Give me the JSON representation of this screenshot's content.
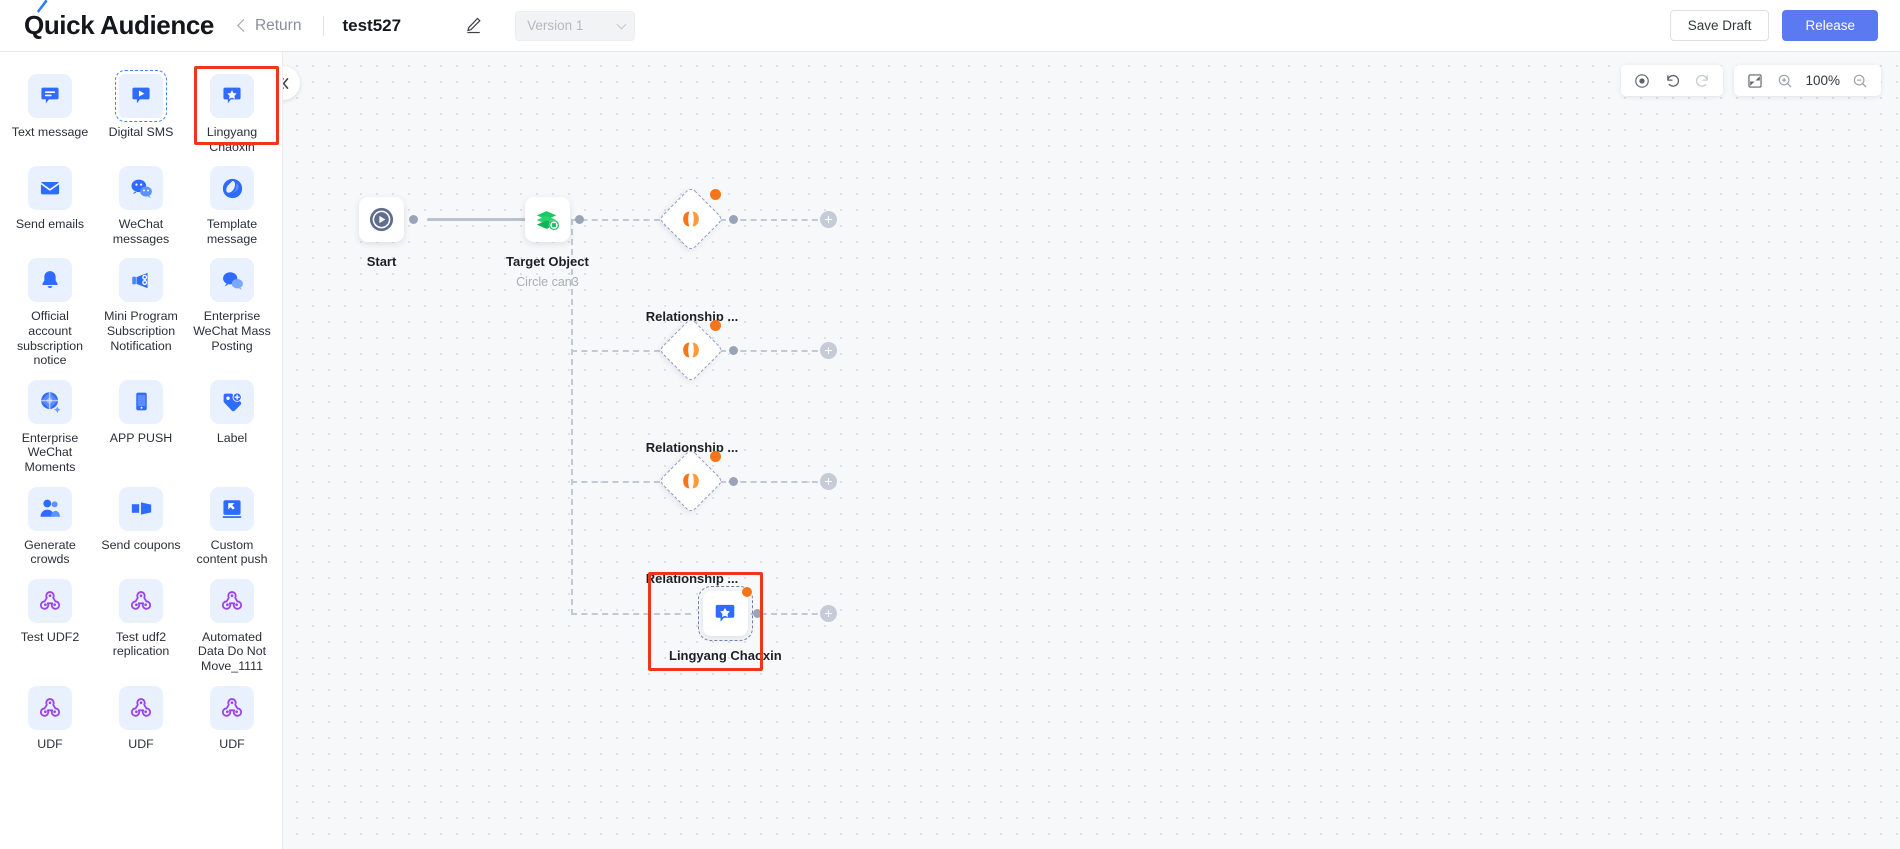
{
  "header": {
    "brand": "Quick Audience",
    "return_label": "Return",
    "doc_title": "test527",
    "edit_icon": "pencil-icon",
    "version_value": "Version 1",
    "save_draft_label": "Save Draft",
    "release_label": "Release",
    "accent_color": "#5b79f0"
  },
  "sidebar": {
    "items": [
      {
        "label": "Text message",
        "icon": "chat-lines-icon",
        "color": "#2f6bff",
        "state": "normal"
      },
      {
        "label": "Digital SMS",
        "icon": "chat-play-icon",
        "color": "#2f6bff",
        "state": "dashed"
      },
      {
        "label": "Lingyang Chaoxin",
        "icon": "chat-star-icon",
        "color": "#2f6bff",
        "state": "highlighted"
      },
      {
        "label": "Send emails",
        "icon": "envelope-icon",
        "color": "#2f6bff",
        "state": "normal"
      },
      {
        "label": "WeChat messages",
        "icon": "wechat-icon",
        "color": "#2f6bff",
        "state": "normal"
      },
      {
        "label": "Template message",
        "icon": "template-swirl-icon",
        "color": "#2f6bff",
        "state": "normal"
      },
      {
        "label": "Official account subscription notice",
        "icon": "bell-icon",
        "color": "#2f6bff",
        "state": "normal"
      },
      {
        "label": "Mini Program Subscription Notification",
        "icon": "megaphone-icon",
        "color": "#2f6bff",
        "state": "normal"
      },
      {
        "label": "Enterprise WeChat Mass Posting",
        "icon": "chat-bubbles-icon",
        "color": "#2f6bff",
        "state": "normal"
      },
      {
        "label": "Enterprise WeChat Moments",
        "icon": "aperture-icon",
        "color": "#2f6bff",
        "state": "normal"
      },
      {
        "label": "APP PUSH",
        "icon": "mobile-icon",
        "color": "#2f6bff",
        "state": "normal"
      },
      {
        "label": "Label",
        "icon": "tag-plus-icon",
        "color": "#2f6bff",
        "state": "normal"
      },
      {
        "label": "Generate crowds",
        "icon": "people-icon",
        "color": "#2f6bff",
        "state": "normal"
      },
      {
        "label": "Send coupons",
        "icon": "ticket-icon",
        "color": "#2f6bff",
        "state": "normal"
      },
      {
        "label": "Custom content push",
        "icon": "cursor-box-icon",
        "color": "#2f6bff",
        "state": "normal"
      },
      {
        "label": "Test UDF2",
        "icon": "udf-icon",
        "color": "#9b45e8",
        "state": "normal"
      },
      {
        "label": "Test udf2 replication",
        "icon": "udf-icon",
        "color": "#9b45e8",
        "state": "normal"
      },
      {
        "label": "Automated Data Do Not Move_1111",
        "icon": "udf-icon",
        "color": "#9b45e8",
        "state": "normal"
      },
      {
        "label": "UDF",
        "icon": "udf-icon",
        "color": "#9b45e8",
        "state": "normal"
      },
      {
        "label": "UDF",
        "icon": "udf-icon",
        "color": "#9b45e8",
        "state": "normal"
      },
      {
        "label": "UDF",
        "icon": "udf-icon",
        "color": "#9b45e8",
        "state": "normal"
      }
    ]
  },
  "canvas": {
    "collapse_icon": "double-chevron-left-icon",
    "toolbar": {
      "locate_icon": "locate-target-icon",
      "undo_icon": "undo-icon",
      "redo_icon": "redo-icon",
      "fit_icon": "fit-screen-icon",
      "zoom_in_icon": "zoom-in-icon",
      "zoom_level": "100%",
      "zoom_out_icon": "zoom-out-icon"
    },
    "nodes": [
      {
        "id": "start",
        "label": "Start",
        "sub": "",
        "icon": "play-circle-icon"
      },
      {
        "id": "target",
        "label": "Target Object",
        "sub": "Circle can3",
        "icon": "layers-stack-icon"
      },
      {
        "id": "rel1",
        "label": "Relationship ...",
        "sub": "",
        "icon": "relationship-links-icon"
      },
      {
        "id": "rel2",
        "label": "Relationship ...",
        "sub": "",
        "icon": "relationship-links-icon"
      },
      {
        "id": "rel3",
        "label": "Relationship ...",
        "sub": "",
        "icon": "relationship-links-icon"
      },
      {
        "id": "lychx",
        "label": "Lingyang Chaoxin",
        "sub": "",
        "icon": "chat-star-icon"
      }
    ],
    "add_button_label": "+"
  }
}
